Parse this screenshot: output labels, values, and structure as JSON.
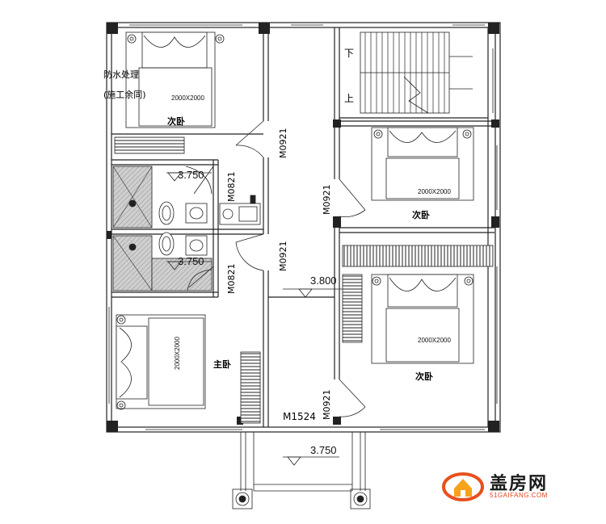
{
  "plan": {
    "rooms": {
      "bedroom_top_left": "次卧",
      "bedroom_mid_right": "次卧",
      "bedroom_low_right": "次卧",
      "master_bedroom": "主卧"
    },
    "bed_sizes": {
      "top_left": "2000X2000",
      "mid_right": "2000X2000",
      "low_right": "2000X2000",
      "master": "2000X2000"
    },
    "notes": {
      "waterproof_1": "防水处理",
      "waterproof_2": "(施工余同)"
    },
    "stairs": {
      "down": "下",
      "up": "上"
    },
    "doors": {
      "d1": "M0921",
      "d2": "M0921",
      "d3": "M0921",
      "d4": "M0921",
      "d5": "M0821",
      "d6": "M0821",
      "entry": "M1524"
    },
    "levels": {
      "bath_upper": "3.750",
      "bath_lower": "3.750",
      "hall": "3.800",
      "balcony": "3.750"
    }
  },
  "watermark": {
    "name": "盖房网",
    "url": "51GAIFANG.COM",
    "brand_color": "#e8501e"
  }
}
